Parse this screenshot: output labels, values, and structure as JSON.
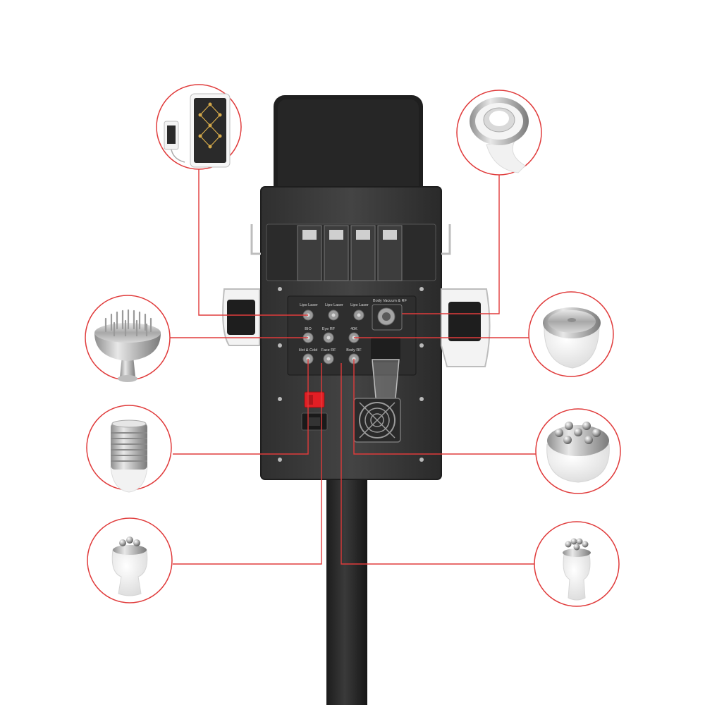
{
  "colors": {
    "connector_line": "#e03b3b",
    "callout_ring": "#e03b3b",
    "machine_body": "#3a3a3a",
    "panel": "#2e2e2e",
    "switch": "#e31e24"
  },
  "panel_labels": {
    "lipo_laser_left": "Lipo Laser",
    "lipo_laser_mid": "Lipo Laser",
    "lipo_laser_right": "Lipo Laser",
    "body_vacuum_rf": "Body Vacuum & RF",
    "bio": "BIO",
    "eye_rf": "Eye RF",
    "port_40k": "40K",
    "hot_cold": "Hot & Cold",
    "face_rf": "Face RF",
    "body_rf": "Body RF"
  },
  "callouts": [
    {
      "id": "laser-pads",
      "icon": "laser-pad-icon"
    },
    {
      "id": "cavitation-head",
      "icon": "cavitation-head-icon"
    },
    {
      "id": "bio-comb-head",
      "icon": "bio-comb-icon"
    },
    {
      "id": "flat-rf-head",
      "icon": "flat-rf-head-icon"
    },
    {
      "id": "hot-cold-head",
      "icon": "hot-cold-head-icon"
    },
    {
      "id": "multipolar-rf-head",
      "icon": "multipolar-rf-icon"
    },
    {
      "id": "eye-rf-head",
      "icon": "eye-rf-icon"
    },
    {
      "id": "face-rf-head",
      "icon": "face-rf-icon"
    }
  ]
}
